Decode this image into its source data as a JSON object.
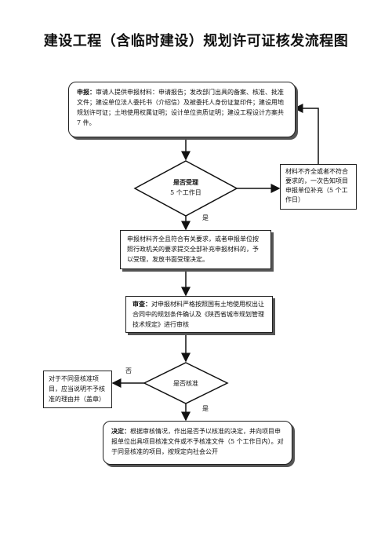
{
  "title": "建设工程（含临时建设）规划许可证核发流程图",
  "apply": {
    "heading": "申报：",
    "text": "审请人提供申报材料：申请报告；发改部门出具的备案、核准、批准文件；建设单位法人委托书（介绍信）及被委托人身份证复印件；建设用地规划许可证；土地使用权属证明；设计单位资质证明；建设工程设计方案共 7 件。"
  },
  "decision1": {
    "line1": "是否受理",
    "line2": "5 个工作日"
  },
  "reject_box": {
    "text": "材料不齐全或者不符合要求的，一次告知项目申报单位补充（5 个工作日）"
  },
  "yes1": "是",
  "accept": {
    "text": "申报材料齐全且符合有关要求，或者申报单位按照行政机关的要求提交全部补充申报材料的，予以受理，发放书面受理决定。"
  },
  "review": {
    "heading": "审查：",
    "text": "对申报材料严格按照国有土地使用权出让合同中的规划条件确认及《陕西省城市规划管理技术规定》进行审核"
  },
  "decision2": {
    "label": "是否核准"
  },
  "no2": "否",
  "deny_box": {
    "text": "对于不同意核准项目，应当说明不予核准的理由并（盖章）"
  },
  "yes2": "是",
  "final": {
    "heading": "决定：",
    "text": "根据审核情况，作出是否予以核准的决定，并向项目申报单位出具项目核准文件或不予核准文件（5 个工作日内）。对于同意核准的项目，按规定向社会公开"
  }
}
